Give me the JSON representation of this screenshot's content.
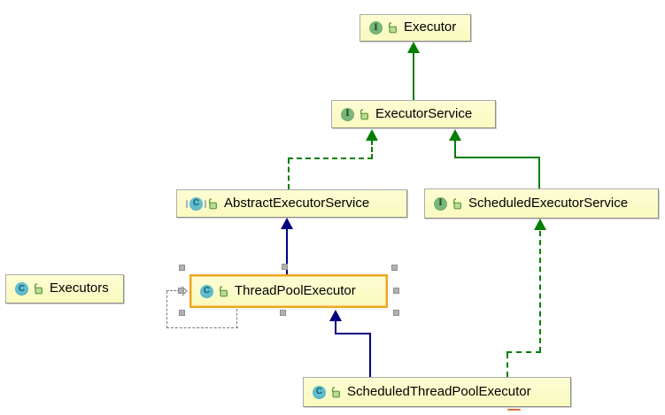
{
  "diagram": {
    "type": "uml-class-diagram",
    "nodes": [
      {
        "id": "executor",
        "label": "Executor",
        "stereotype": "interface",
        "icon_letter": "I",
        "visibility_icon": "unlocked-padlock",
        "selected": false
      },
      {
        "id": "executor-service",
        "label": "ExecutorService",
        "stereotype": "interface",
        "icon_letter": "I",
        "visibility_icon": "unlocked-padlock",
        "selected": false
      },
      {
        "id": "abstract-executor-service",
        "label": "AbstractExecutorService",
        "stereotype": "abstract-class",
        "icon_letter": "C",
        "visibility_icon": "unlocked-padlock",
        "selected": false
      },
      {
        "id": "scheduled-executor-service",
        "label": "ScheduledExecutorService",
        "stereotype": "interface",
        "icon_letter": "I",
        "visibility_icon": "unlocked-padlock",
        "selected": false
      },
      {
        "id": "thread-pool-executor",
        "label": "ThreadPoolExecutor",
        "stereotype": "class",
        "icon_letter": "C",
        "visibility_icon": "unlocked-padlock",
        "selected": true
      },
      {
        "id": "executors",
        "label": "Executors",
        "stereotype": "class",
        "icon_letter": "C",
        "visibility_icon": "unlocked-padlock",
        "selected": false
      },
      {
        "id": "scheduled-thread-pool-executor",
        "label": "ScheduledThreadPoolExecutor",
        "stereotype": "class",
        "icon_letter": "C",
        "visibility_icon": "unlocked-padlock",
        "selected": false
      }
    ],
    "edges": [
      {
        "from": "ExecutorService",
        "to": "Executor",
        "relation": "extends",
        "style": "solid-green"
      },
      {
        "from": "AbstractExecutorService",
        "to": "ExecutorService",
        "relation": "implements",
        "style": "dashed-green"
      },
      {
        "from": "ScheduledExecutorService",
        "to": "ExecutorService",
        "relation": "extends",
        "style": "solid-green"
      },
      {
        "from": "ThreadPoolExecutor",
        "to": "AbstractExecutorService",
        "relation": "extends",
        "style": "solid-navy"
      },
      {
        "from": "ScheduledThreadPoolExecutor",
        "to": "ThreadPoolExecutor",
        "relation": "extends",
        "style": "solid-navy"
      },
      {
        "from": "ScheduledThreadPoolExecutor",
        "to": "ScheduledExecutorService",
        "relation": "implements",
        "style": "dashed-green"
      },
      {
        "from": "ThreadPoolExecutor",
        "to": "ThreadPoolExecutor",
        "relation": "dependency",
        "style": "dashed-gray"
      }
    ],
    "colors": {
      "node_fill": "#FBFBC6",
      "node_border": "#ACACAC",
      "selected_border": "#EFA41E",
      "interface_edge_green": "#007E00",
      "class_edge_navy": "#000080",
      "dependency_gray": "#7A7A7A",
      "interface_icon_green": "#7AB57A",
      "class_icon_teal": "#5FBDCE",
      "lock_icon_green": "#5F9A3F",
      "selection_handle_gray": "#B2B2B2",
      "marker_orange": "#DE7039"
    }
  }
}
